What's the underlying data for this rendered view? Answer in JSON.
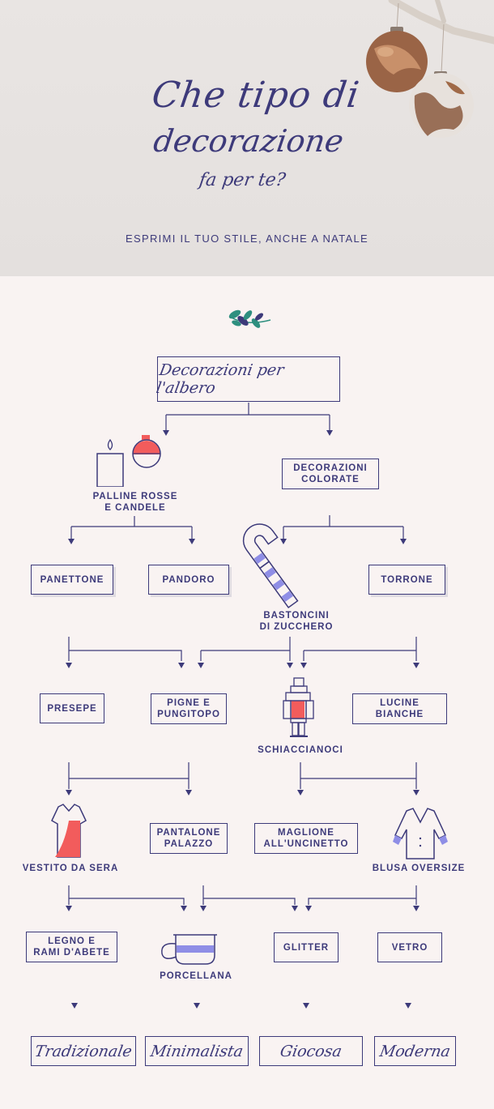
{
  "header": {
    "title_line1": "Che tipo di",
    "title_line2": "decorazione",
    "title_line3": "fa per te?",
    "subtitle": "ESPRIMI IL TUO STILE, ANCHE A NATALE"
  },
  "flow": {
    "start": "Decorazioni per l'albero",
    "level1": {
      "left": "PALLINE ROSSE\nE CANDELE",
      "right": "DECORAZIONI\nCOLORATE"
    },
    "level2": {
      "panettone": "PANETTONE",
      "pandoro": "PANDORO",
      "bastoncini": "BASTONCINI\nDI ZUCCHERO",
      "torrone": "TORRONE"
    },
    "level3": {
      "presepe": "PRESEPE",
      "pigne": "PIGNE E\nPUNGITOPO",
      "schiaccianoci": "SCHIACCIANOCI",
      "lucine": "LUCINE\nBIANCHE"
    },
    "level4": {
      "vestito": "VESTITO DA SERA",
      "pantalone": "PANTALONE\nPALAZZO",
      "maglione": "MAGLIONE\nALL'UNCINETTO",
      "blusa": "BLUSA OVERSIZE"
    },
    "level5": {
      "legno": "LEGNO E\nRAMI D'ABETE",
      "porcellana": "PORCELLANA",
      "glitter": "GLITTER",
      "vetro": "VETRO"
    },
    "results": [
      "Tradizionale",
      "Minimalista",
      "Giocosa",
      "Moderna"
    ]
  },
  "colors": {
    "navy": "#3d3a7a",
    "coral": "#f25c5c",
    "lavender": "#8f8ee6",
    "leaf": "#2e8f7f",
    "background": "#f9f3f2",
    "hero": "#e6e2e0"
  },
  "icons": [
    "ornaments-branch-photo",
    "leaf-sprig-icon",
    "candle-icon",
    "red-ornament-icon",
    "candy-cane-icon",
    "nutcracker-icon",
    "dress-icon",
    "blouse-icon",
    "teacup-icon"
  ]
}
